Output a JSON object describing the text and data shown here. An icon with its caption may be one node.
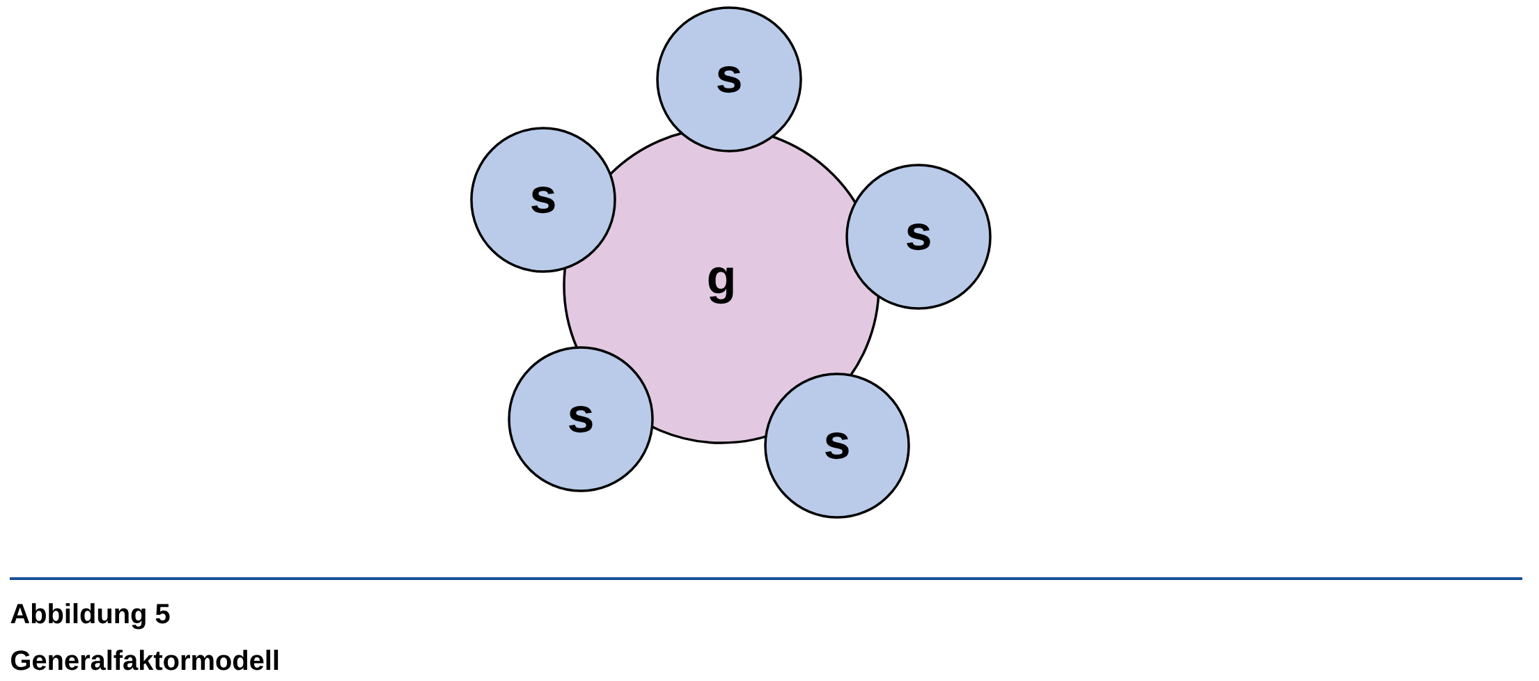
{
  "diagram": {
    "title": "Abbildung 5",
    "caption": "Generalfaktormodell",
    "nodes": [
      {
        "text": [
          "g"
        ]
      },
      {
        "text": [
          "s"
        ]
      },
      {
        "text": [
          "s"
        ]
      },
      {
        "text": [
          "s"
        ]
      },
      {
        "text": [
          "s"
        ]
      },
      {
        "text": [
          "s"
        ]
      }
    ]
  }
}
